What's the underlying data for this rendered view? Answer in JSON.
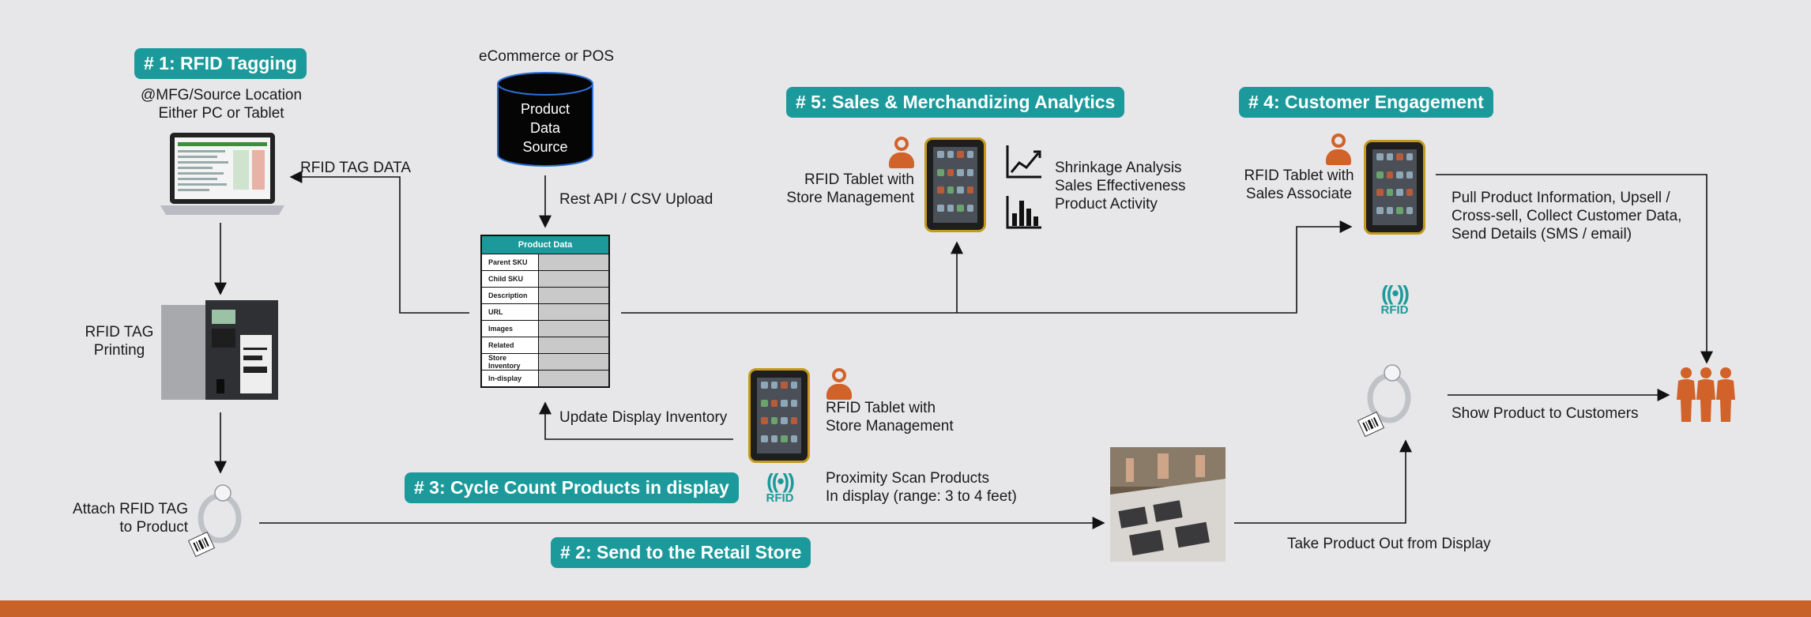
{
  "colors": {
    "teal": "#1c9a9b",
    "orange": "#d0622a",
    "footer": "#c8622b",
    "background": "#e7e7e9"
  },
  "steps": {
    "s1": "# 1: RFID Tagging",
    "s2": "# 2: Send to the Retail Store",
    "s3": "# 3: Cycle Count Products in display",
    "s4": "# 4: Customer Engagement",
    "s5": "# 5: Sales & Merchandizing Analytics"
  },
  "labels": {
    "mfg_location": "@MFG/Source Location\nEither PC or Tablet",
    "ecommerce": "eCommerce or POS",
    "db": "Product\nData\nSource",
    "rest_api": "Rest API / CSV Upload",
    "rfid_tag_data": "RFID TAG DATA",
    "rfid_tag_printing": "RFID TAG\nPrinting",
    "attach_tag": "Attach RFID TAG\nto Product",
    "update_display": "Update Display Inventory",
    "tablet_mgmt_left": "RFID Tablet with\nStore Management",
    "tablet_mgmt_mid": "RFID Tablet with\nStore Management",
    "proximity": "Proximity Scan Products\nIn display (range: 3 to 4 feet)",
    "analytics": "Shrinkage Analysis\nSales Effectiveness\nProduct Activity",
    "tablet_sales": "RFID Tablet with\nSales Associate",
    "pull_info": "Pull Product Information, Upsell /\nCross-sell, Collect Customer Data,\nSend Details (SMS / email)",
    "show_product": "Show Product to Customers",
    "take_out": "Take Product Out from Display",
    "rfid": "RFID"
  },
  "product_table": {
    "header": "Product Data",
    "rows": [
      "Parent SKU",
      "Child SKU",
      "Description",
      "URL",
      "Images",
      "Related",
      "Store Inventory",
      "In-display"
    ]
  },
  "icons": [
    "laptop-icon",
    "printer-icon",
    "ring-icon",
    "tablet-icon",
    "person-icon",
    "line-chart-icon",
    "bar-chart-icon",
    "rfid-icon",
    "customers-icon",
    "database-icon"
  ]
}
